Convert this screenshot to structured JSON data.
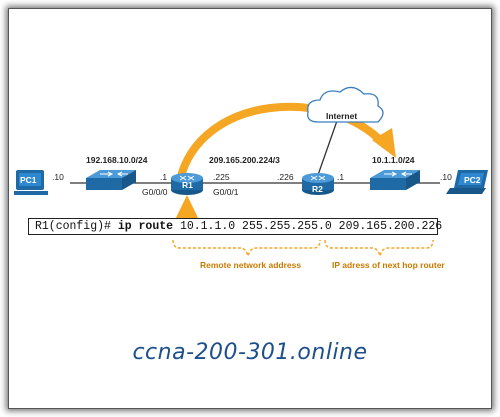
{
  "colors": {
    "accent": "#f5a623",
    "device": "#1f6aa5",
    "line": "#333333",
    "watermark": "#1c4f8c"
  },
  "devices": {
    "pc1": "PC1",
    "pc2": "PC2",
    "r1": "R1",
    "r2": "R2",
    "cloud": "Internet"
  },
  "networks": {
    "lan1": "192.168.10.0/24",
    "wan": "209.165.200.224/3",
    "lan2": "10.1.1.0/24"
  },
  "interfaces": {
    "pc1_addr": ".10",
    "r1_lan": ".1",
    "r1_g000": "G0/0/0",
    "r1_wan": ".225",
    "r1_g001": "G0/0/1",
    "r2_wan": ".226",
    "r2_lan": ".1",
    "pc2_addr": ".10"
  },
  "command": {
    "prompt": "R1(config)# ",
    "keyword": "ip route",
    "args": " 10.1.1.0 255.255.255.0 209.165.200.226"
  },
  "annotations": {
    "remote": "Remote network address",
    "nexthop": "IP adress of next hop router"
  },
  "watermark": "ccna-200-301.online"
}
